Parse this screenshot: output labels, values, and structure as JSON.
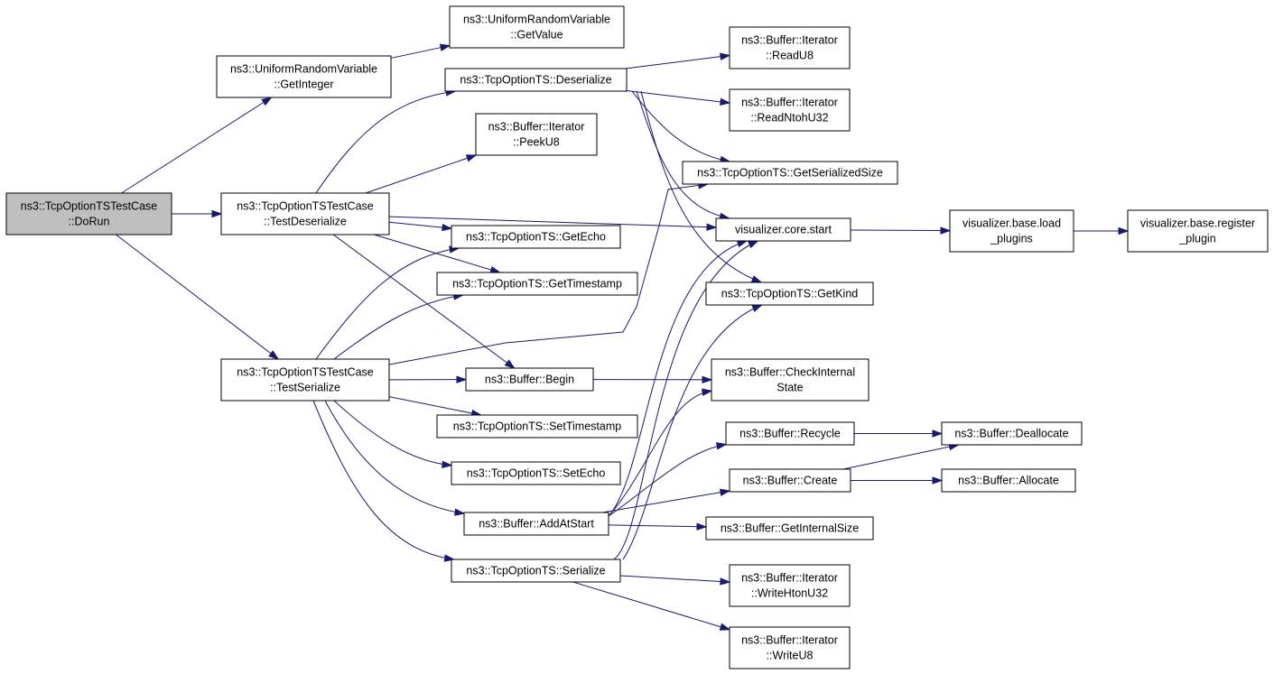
{
  "colors": {
    "edge": "#191970",
    "root_fill": "#bfbfbf",
    "node_fill": "#ffffff",
    "node_border": "#000000"
  },
  "nodes": {
    "dorun": [
      "ns3::TcpOptionTSTestCase",
      "::DoRun"
    ],
    "getinteger": [
      "ns3::UniformRandomVariable",
      "::GetInteger"
    ],
    "getvalue": [
      "ns3::UniformRandomVariable",
      "::GetValue"
    ],
    "testdeserialize": [
      "ns3::TcpOptionTSTestCase",
      "::TestDeserialize"
    ],
    "testserialize": [
      "ns3::TcpOptionTSTestCase",
      "::TestSerialize"
    ],
    "deserialize": [
      "ns3::TcpOptionTS::Deserialize"
    ],
    "peeku8": [
      "ns3::Buffer::Iterator",
      "::PeekU8"
    ],
    "getecho": [
      "ns3::TcpOptionTS::GetEcho"
    ],
    "gettimestamp": [
      "ns3::TcpOptionTS::GetTimestamp"
    ],
    "begin": [
      "ns3::Buffer::Begin"
    ],
    "settimestamp": [
      "ns3::TcpOptionTS::SetTimestamp"
    ],
    "setecho": [
      "ns3::TcpOptionTS::SetEcho"
    ],
    "addatstart": [
      "ns3::Buffer::AddAtStart"
    ],
    "serialize": [
      "ns3::TcpOptionTS::Serialize"
    ],
    "readu8": [
      "ns3::Buffer::Iterator",
      "::ReadU8"
    ],
    "readntohu32": [
      "ns3::Buffer::Iterator",
      "::ReadNtohU32"
    ],
    "getserializedsize": [
      "ns3::TcpOptionTS::GetSerializedSize"
    ],
    "vizstart": [
      "visualizer.core.start"
    ],
    "getkind": [
      "ns3::TcpOptionTS::GetKind"
    ],
    "checkinternalstate": [
      "ns3::Buffer::CheckInternal",
      "State"
    ],
    "recycle": [
      "ns3::Buffer::Recycle"
    ],
    "create": [
      "ns3::Buffer::Create"
    ],
    "getinternalsize": [
      "ns3::Buffer::GetInternalSize"
    ],
    "writehtonu32": [
      "ns3::Buffer::Iterator",
      "::WriteHtonU32"
    ],
    "writeu8": [
      "ns3::Buffer::Iterator",
      "::WriteU8"
    ],
    "loadplugins": [
      "visualizer.base.load",
      "_plugins"
    ],
    "registerplugin": [
      "visualizer.base.register",
      "_plugin"
    ],
    "deallocate": [
      "ns3::Buffer::Deallocate"
    ],
    "allocate": [
      "ns3::Buffer::Allocate"
    ]
  },
  "edges": [
    [
      "dorun",
      "getinteger"
    ],
    [
      "dorun",
      "testdeserialize"
    ],
    [
      "dorun",
      "testserialize"
    ],
    [
      "getinteger",
      "getvalue"
    ],
    [
      "testdeserialize",
      "deserialize"
    ],
    [
      "testdeserialize",
      "peeku8"
    ],
    [
      "testdeserialize",
      "vizstart"
    ],
    [
      "testdeserialize",
      "getecho"
    ],
    [
      "testdeserialize",
      "gettimestamp"
    ],
    [
      "testdeserialize",
      "begin"
    ],
    [
      "testserialize",
      "getecho"
    ],
    [
      "testserialize",
      "gettimestamp"
    ],
    [
      "testserialize",
      "begin"
    ],
    [
      "testserialize",
      "settimestamp"
    ],
    [
      "testserialize",
      "setecho"
    ],
    [
      "testserialize",
      "addatstart"
    ],
    [
      "testserialize",
      "serialize"
    ],
    [
      "testserialize",
      "getserializedsize"
    ],
    [
      "deserialize",
      "readu8"
    ],
    [
      "deserialize",
      "readntohu32"
    ],
    [
      "deserialize",
      "getserializedsize"
    ],
    [
      "deserialize",
      "vizstart"
    ],
    [
      "deserialize",
      "getkind"
    ],
    [
      "begin",
      "checkinternalstate"
    ],
    [
      "addatstart",
      "vizstart"
    ],
    [
      "addatstart",
      "checkinternalstate"
    ],
    [
      "addatstart",
      "recycle"
    ],
    [
      "addatstart",
      "create"
    ],
    [
      "addatstart",
      "getinternalsize"
    ],
    [
      "serialize",
      "vizstart"
    ],
    [
      "serialize",
      "getkind"
    ],
    [
      "serialize",
      "writehtonu32"
    ],
    [
      "serialize",
      "writeu8"
    ],
    [
      "vizstart",
      "loadplugins"
    ],
    [
      "loadplugins",
      "registerplugin"
    ],
    [
      "recycle",
      "deallocate"
    ],
    [
      "create",
      "deallocate"
    ],
    [
      "create",
      "allocate"
    ]
  ]
}
